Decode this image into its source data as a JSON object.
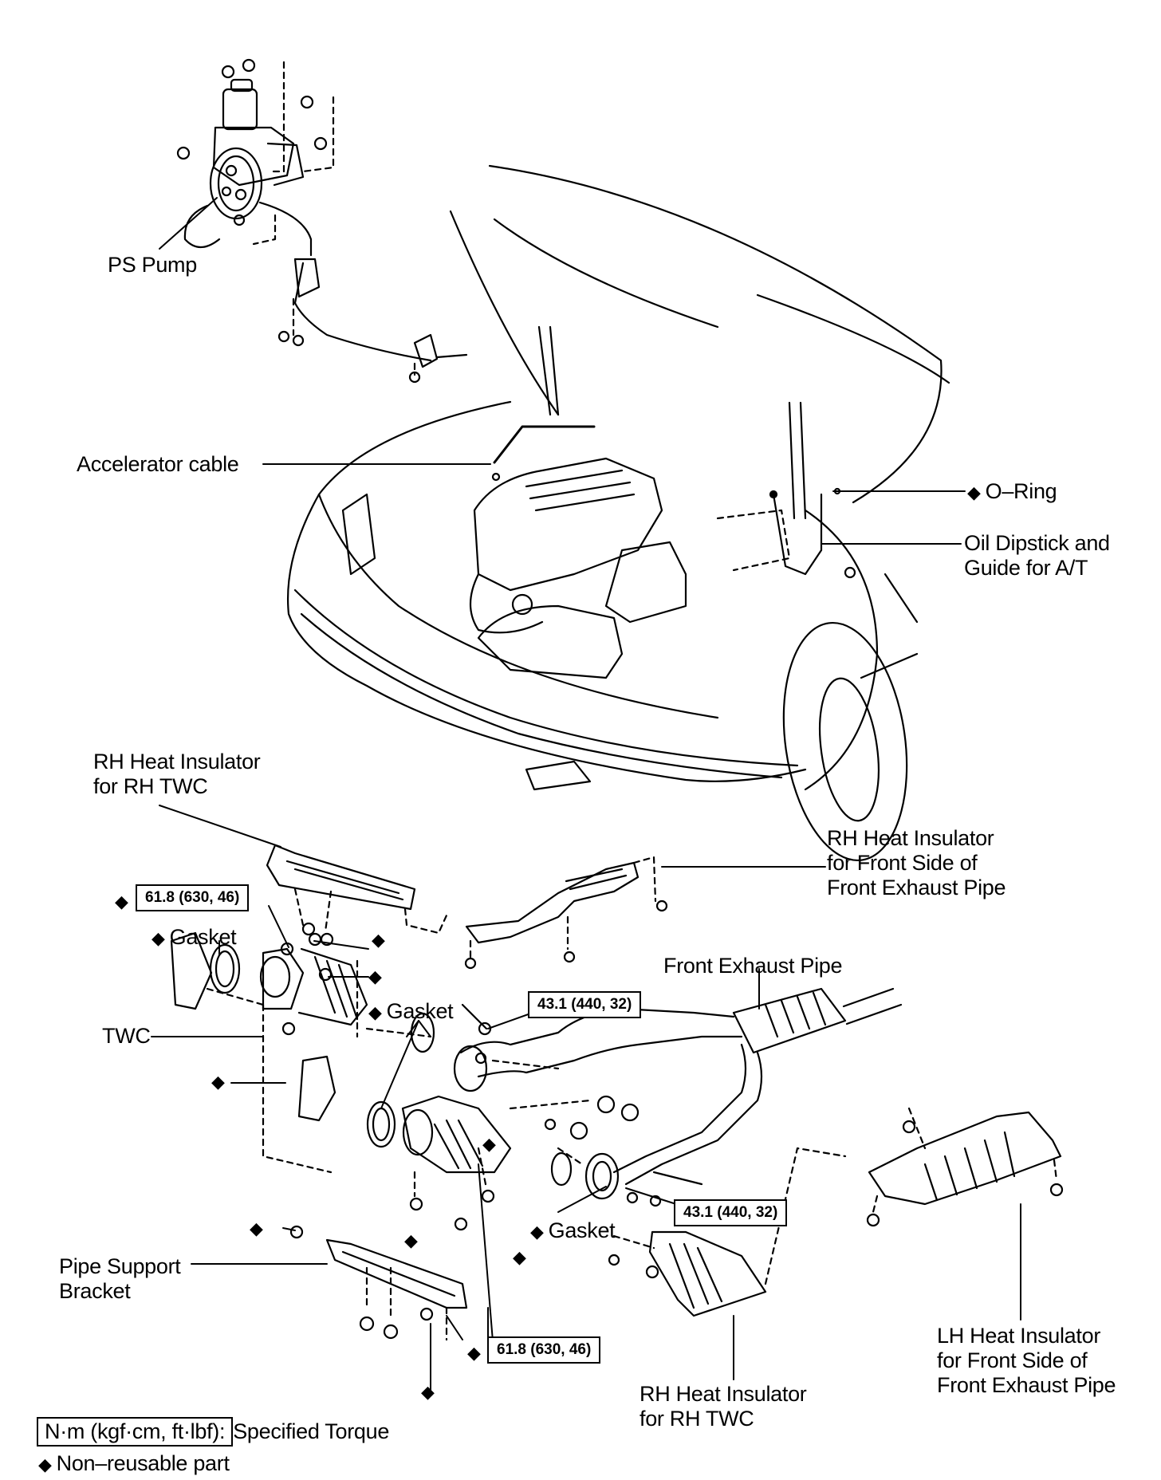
{
  "diagram": {
    "type": "exploded-parts-view",
    "subject": "Engine compartment and front exhaust components",
    "diamond_symbol": "◆",
    "labels": {
      "ps_pump": "PS Pump",
      "accelerator_cable": "Accelerator cable",
      "o_ring": "O–Ring",
      "oil_dipstick_line1": "Oil Dipstick and",
      "oil_dipstick_line2": "Guide for A/T",
      "rh_insulator_twc_top_line1": "RH Heat Insulator",
      "rh_insulator_twc_top_line2": "for RH TWC",
      "rh_insulator_front_line1": "RH Heat Insulator",
      "rh_insulator_front_line2": "for Front Side of",
      "rh_insulator_front_line3": "Front Exhaust Pipe",
      "gasket_1": "Gasket",
      "gasket_2": "Gasket",
      "gasket_3": "Gasket",
      "front_exhaust_pipe": "Front Exhaust Pipe",
      "twc": "TWC",
      "pipe_support_line1": "Pipe Support",
      "pipe_support_line2": "Bracket",
      "lh_insulator_line1": "LH Heat Insulator",
      "lh_insulator_line2": "for Front Side of",
      "lh_insulator_line3": "Front Exhaust Pipe",
      "rh_insulator_twc_bottom_line1": "RH Heat Insulator",
      "rh_insulator_twc_bottom_line2": "for RH TWC"
    },
    "torque_specs": {
      "twc_upper": "61.8 (630, 46)",
      "front_pipe_upper": "43.1 (440, 32)",
      "front_pipe_lower": "43.1 (440, 32)",
      "twc_lower": "61.8 (630, 46)"
    },
    "legend": {
      "torque_units": "N·m (kgf·cm, ft·lbf):",
      "torque_desc": "Specified Torque",
      "non_reusable": "Non–reusable part"
    }
  }
}
